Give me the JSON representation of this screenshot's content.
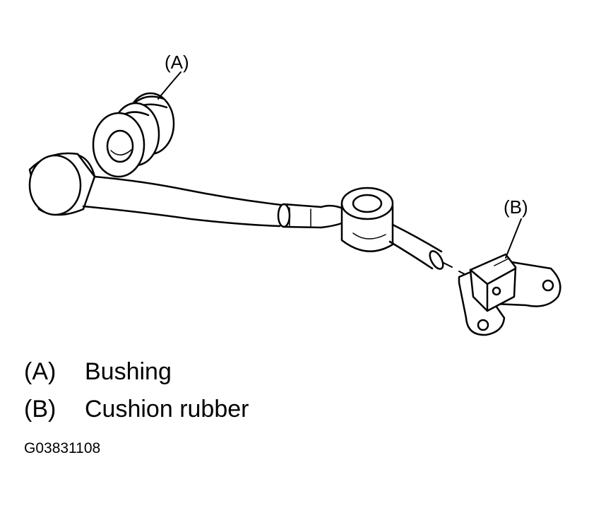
{
  "callouts": {
    "a": "(A)",
    "b": "(B)"
  },
  "legend": [
    {
      "key": "(A)",
      "label": "Bushing"
    },
    {
      "key": "(B)",
      "label": "Cushion rubber"
    }
  ],
  "figure_code": "G03831108",
  "colors": {
    "line": "#000000",
    "fill": "#ffffff",
    "shade": "#dcdcdc"
  }
}
